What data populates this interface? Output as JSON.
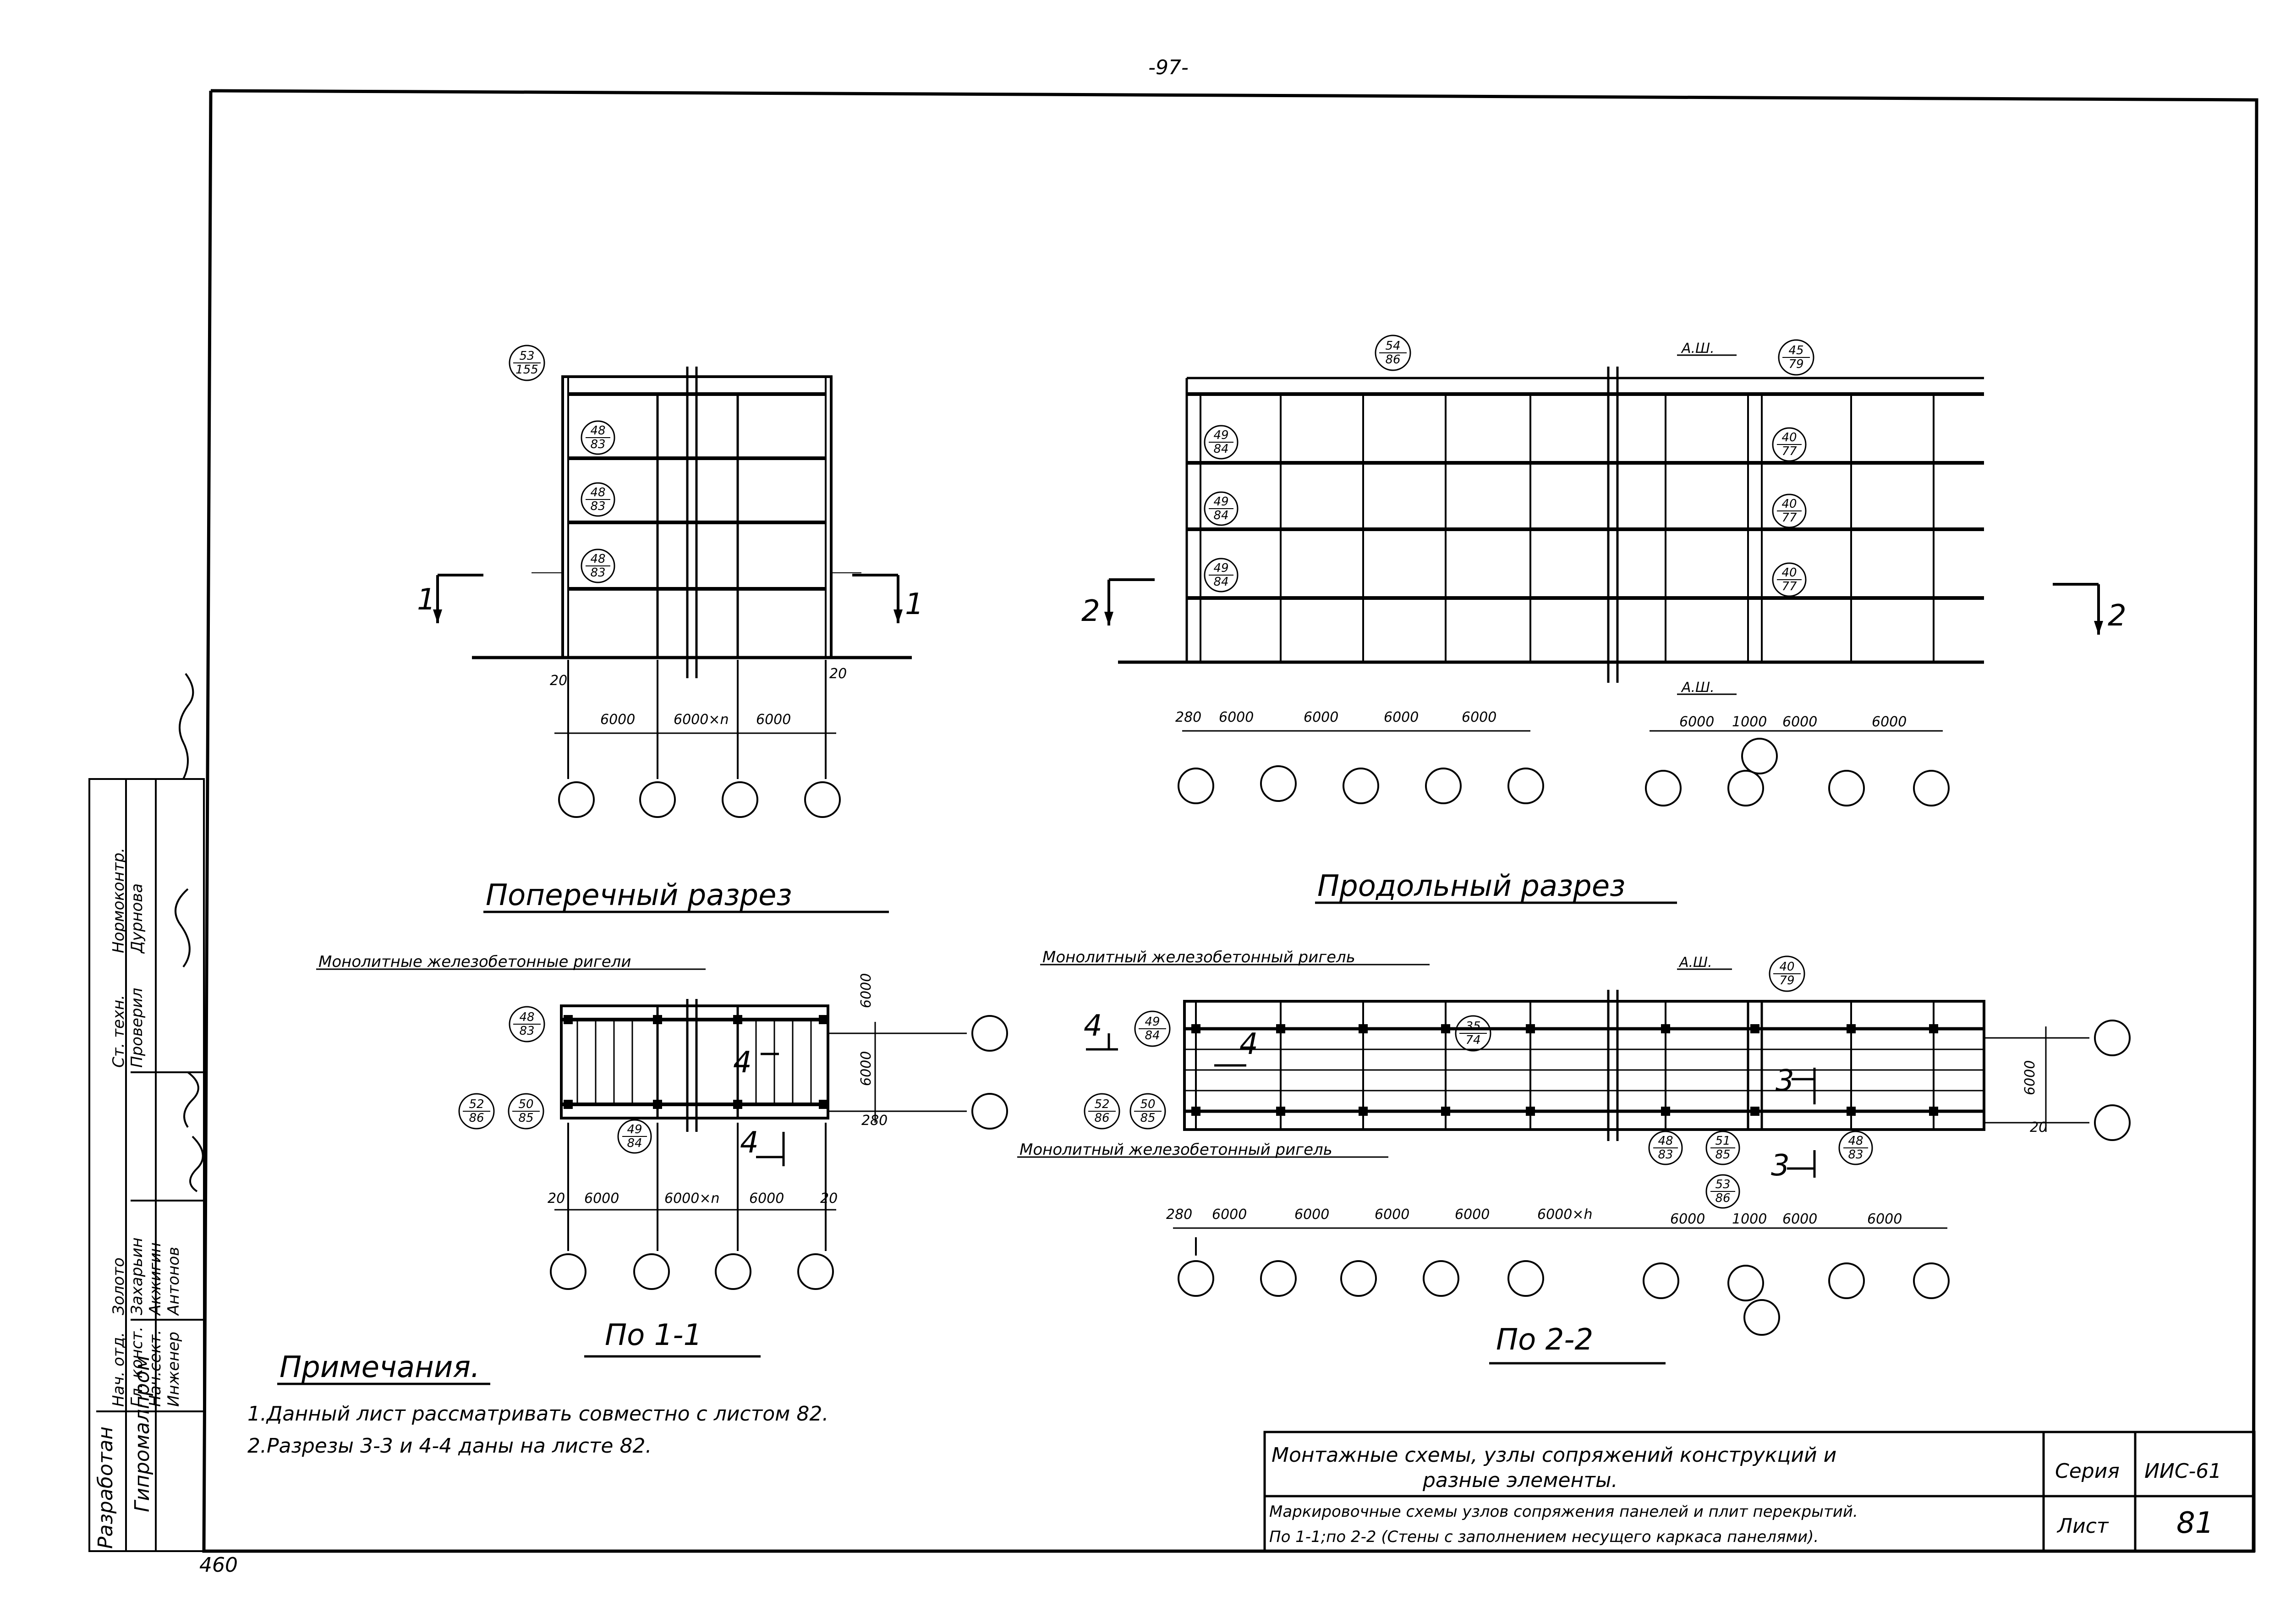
{
  "page_number": "-97-",
  "sheet_bottom_number": "460",
  "sections": {
    "cross": "Поперечный разрез",
    "long": "Продольный разрез",
    "plan1": "По 1-1",
    "plan2": "По 2-2"
  },
  "labels": {
    "a_sh": "А.Ш.",
    "monolithic_beams_plural": "Монолитные железобетонные ригели",
    "monolithic_beam": "Монолитный железобетонный ригель"
  },
  "section_marks": {
    "s1": "1",
    "s2": "2",
    "s3": "3",
    "s4": "4"
  },
  "dims": {
    "d20": "20",
    "d280": "280",
    "d6000": "6000",
    "d1000": "1000",
    "d6000n": "6000×n",
    "d6000h": "6000×h"
  },
  "markers": {
    "m53_155": [
      "53",
      "155"
    ],
    "m48_83": [
      "48",
      "83"
    ],
    "m54_86": [
      "54",
      "86"
    ],
    "m45_79": [
      "45",
      "79"
    ],
    "m49_84": [
      "49",
      "84"
    ],
    "m40_77": [
      "40",
      "77"
    ],
    "m52_86": [
      "52",
      "86"
    ],
    "m50_85": [
      "50",
      "85"
    ],
    "m40_79": [
      "40",
      "79"
    ],
    "m35_74": [
      "35",
      "74"
    ],
    "m51_85": [
      "51",
      "85"
    ],
    "m53_86": [
      "53",
      "86"
    ]
  },
  "notes": {
    "title": "Примечания.",
    "items": [
      "1.Данный лист рассматривать совместно с листом 82.",
      "2.Разрезы 3-3 и 4-4 даны на листе 82."
    ]
  },
  "title_block": {
    "title_line1": "Монтажные схемы, узлы сопряжений конструкций и",
    "title_line2": "разные элементы.",
    "sub_line1": "Маркировочные схемы узлов сопряжения панелей и плит перекрытий.",
    "sub_line2": "По 1-1;по 2-2 (Стены с заполнением несущего каркаса панелями).",
    "series_label": "Серия",
    "series_value": "ИИС-61",
    "sheet_label": "Лист",
    "sheet_value": "81"
  },
  "side_stamp": {
    "org1": "Разработан",
    "org2": "Гипромалпром",
    "roles": [
      "Нач. отд.",
      "Гл. конст.",
      "Нач.сект.",
      "Инженер",
      "Ст. техн.",
      "Нормоконтр."
    ],
    "names": [
      "Золото",
      "Захарьин",
      "Акжигин",
      "Антонов",
      "Проверил",
      "Дурнова"
    ]
  }
}
